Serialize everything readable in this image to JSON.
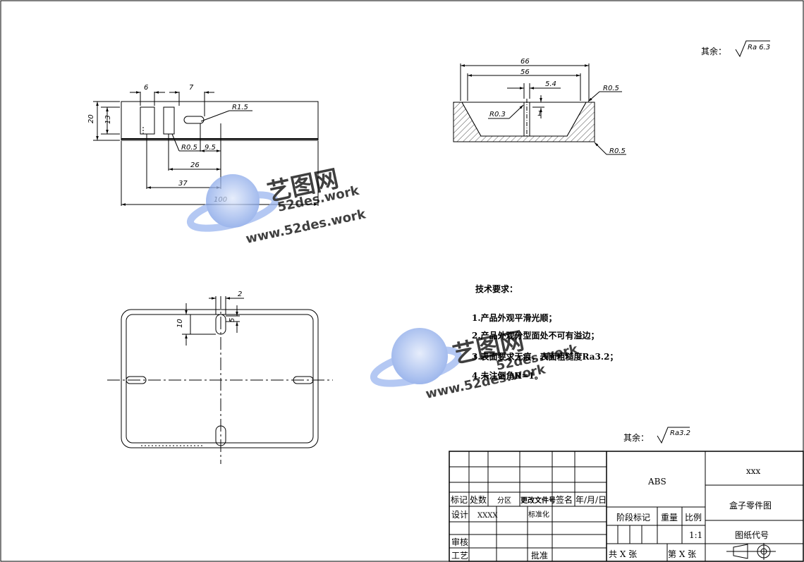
{
  "roughness_top": {
    "label": "其余：",
    "symbol_value": "Ra 6.3"
  },
  "roughness_bottom": {
    "label": "其余：",
    "symbol_value": "Ra3.2"
  },
  "dims_top_left": {
    "d6": "6",
    "d7": "7",
    "d20": "20",
    "d13": "13",
    "r15": "R1.5",
    "r05": "R0.5",
    "d95": "9.5",
    "d26": "26",
    "d37": "37",
    "d100": "100"
  },
  "dims_section": {
    "d66": "66",
    "d56": "56",
    "d54": "5.4",
    "r05a": "R0.5",
    "r03": "R0.3",
    "d1": "1",
    "r05b": "R0.5"
  },
  "dims_plan": {
    "d2": "2",
    "d10": "10",
    "d5": "5"
  },
  "watermark": {
    "brand": "艺图网",
    "url": "52des.work",
    "url_full": "www.52des.work"
  },
  "tech_req": {
    "title": "技术要求：",
    "items": [
      "1.产品外观平滑光顺；",
      "2.产品外观分型面处不可有溢边；",
      "3.表面要求无痕，表面粗糙度Ra3.2；",
      "4.未注倒角R=1。"
    ]
  },
  "title_block": {
    "material": "ABS",
    "company": "xxx",
    "part_name": "盒子零件图",
    "drawing_code_label": "图纸代号",
    "scale_label": "比例",
    "scale_value": "1:1",
    "stage_label": "阶段标记",
    "weight_label": "重量",
    "sheet_total": "共  X  张",
    "sheet_num": "第  X  张",
    "mark": "标记",
    "count": "处数",
    "zone": "分区",
    "change_doc": "更改文件号",
    "signature": "签名",
    "date": "年/月/日",
    "design": "设计",
    "designer": "XXXX",
    "standard": "标准化",
    "review": "审核",
    "process": "工艺",
    "approve": "批准"
  }
}
